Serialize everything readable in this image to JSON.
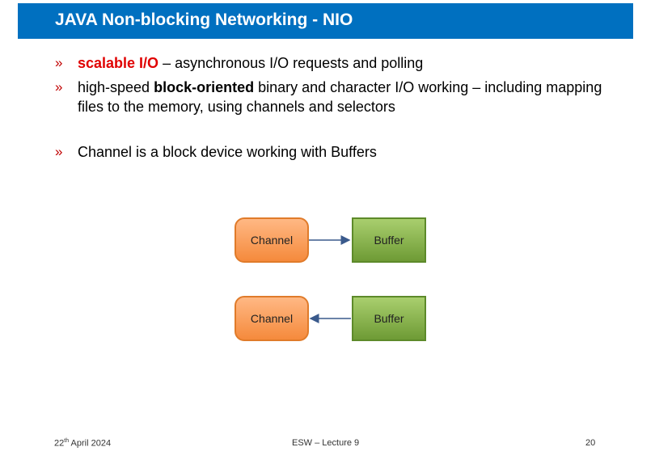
{
  "slide": {
    "title": "JAVA Non-blocking Networking - NIO",
    "bullets": [
      {
        "marker": "»",
        "highlight": "scalable I/O",
        "rest": " – asynchronous I/O requests and polling"
      },
      {
        "marker": "»",
        "before": "high-speed ",
        "bold": "block-oriented",
        "after": " binary and character I/O working – including mapping files to the memory, using channels and selectors"
      },
      {
        "marker": "»",
        "text": "Channel is a block device working with Buffers"
      }
    ]
  },
  "diagram": {
    "rows": [
      {
        "channel_label": "Channel",
        "buffer_label": "Buffer",
        "direction": "channel-to-buffer"
      },
      {
        "channel_label": "Channel",
        "buffer_label": "Buffer",
        "direction": "buffer-to-channel"
      }
    ],
    "colors": {
      "channel_fill": "#f58a3c",
      "buffer_fill": "#6e9b35",
      "arrow": "#3a5a8c"
    }
  },
  "footer": {
    "date_day": "22",
    "date_suffix": "th",
    "date_rest": " April 2024",
    "course": "ESW – Lecture 9",
    "page_number": "20"
  },
  "colors": {
    "title_bar": "#0070c0",
    "accent": "#e00000"
  }
}
